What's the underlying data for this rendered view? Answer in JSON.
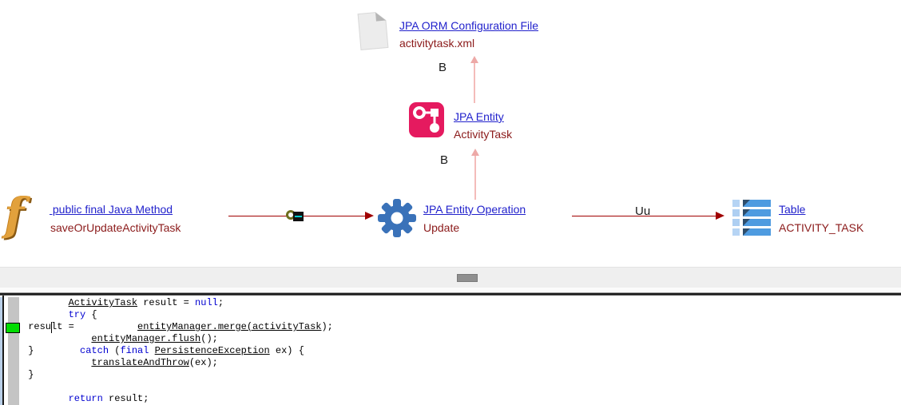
{
  "diagram": {
    "nodes": [
      {
        "id": "config-file",
        "type_label": "JPA ORM Configuration File",
        "name": "activitytask.xml",
        "icon": "document-icon"
      },
      {
        "id": "jpa-entity",
        "type_label": "JPA Entity",
        "name": "ActivityTask",
        "icon": "jpa-entity-icon"
      },
      {
        "id": "java-method",
        "type_label": " public final Java Method",
        "name": "saveOrUpdateActivityTask",
        "icon": "java-method-icon"
      },
      {
        "id": "jpa-entity-operation",
        "type_label": "JPA Entity Operation",
        "name": "Update",
        "icon": "gear-icon"
      },
      {
        "id": "table",
        "type_label": "Table",
        "name": "ACTIVITY_TASK",
        "icon": "table-icon"
      }
    ],
    "link_labels": {
      "belongs_upper": "B",
      "belongs_lower": "B",
      "use_update": "Uu"
    },
    "colors": {
      "link_blue": "#2222cc",
      "object_name_red": "#8b1a1a",
      "arrow_red": "#a00000",
      "arrow_pink": "#f2b1af",
      "gear_blue": "#3a72b9",
      "entity_pink": "#e51a5f",
      "method_gold": "#e2a13c",
      "table_blue": "#4e9be0",
      "marker_green": "#00dc00"
    }
  },
  "code_viewer": {
    "lines": [
      [
        [
          "p",
          "        "
        ],
        [
          "u",
          "ActivityTask"
        ],
        [
          "p",
          " result = "
        ],
        [
          "k",
          "null"
        ],
        [
          "p",
          ";"
        ]
      ],
      [
        [
          "p",
          "        "
        ],
        [
          "k",
          "try"
        ],
        [
          "p",
          " {"
        ]
      ],
      [
        [
          "p",
          " result =           "
        ],
        [
          "u",
          "entityManager.merge(activityTask"
        ],
        [
          "p",
          ");"
        ]
      ],
      [
        [
          "p",
          "            "
        ],
        [
          "u",
          "entityManager.flush"
        ],
        [
          "p",
          "();"
        ]
      ],
      [
        [
          "p",
          " }        "
        ],
        [
          "k",
          "catch"
        ],
        [
          "p",
          " ("
        ],
        [
          "k",
          "final"
        ],
        [
          "p",
          " "
        ],
        [
          "u",
          "PersistenceException"
        ],
        [
          "p",
          " ex) {"
        ]
      ],
      [
        [
          "p",
          "            "
        ],
        [
          "u",
          "translateAndThrow"
        ],
        [
          "p",
          "(ex);"
        ]
      ],
      [
        [
          "p",
          " }"
        ]
      ],
      [
        [
          "p",
          ""
        ]
      ],
      [
        [
          "p",
          "        "
        ],
        [
          "k",
          "return"
        ],
        [
          "p",
          " result;"
        ]
      ]
    ]
  }
}
